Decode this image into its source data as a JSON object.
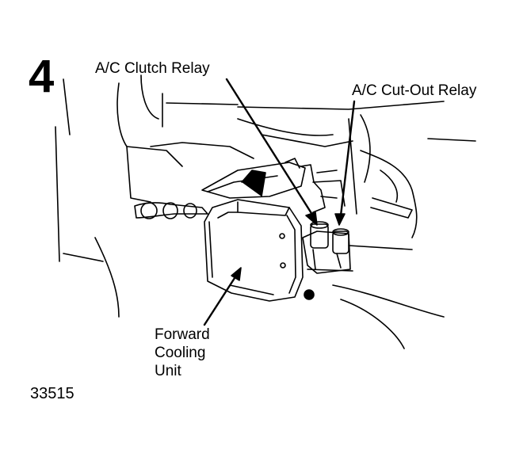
{
  "figure": {
    "number": "4",
    "reference_code": "33515"
  },
  "callouts": {
    "ac_clutch_relay": "A/C Clutch Relay",
    "ac_cutout_relay": "A/C Cut-Out Relay",
    "forward_cooling_unit": [
      "Forward",
      "Cooling",
      "Unit"
    ]
  },
  "colors": {
    "ink": "#000000",
    "paper": "#ffffff"
  }
}
